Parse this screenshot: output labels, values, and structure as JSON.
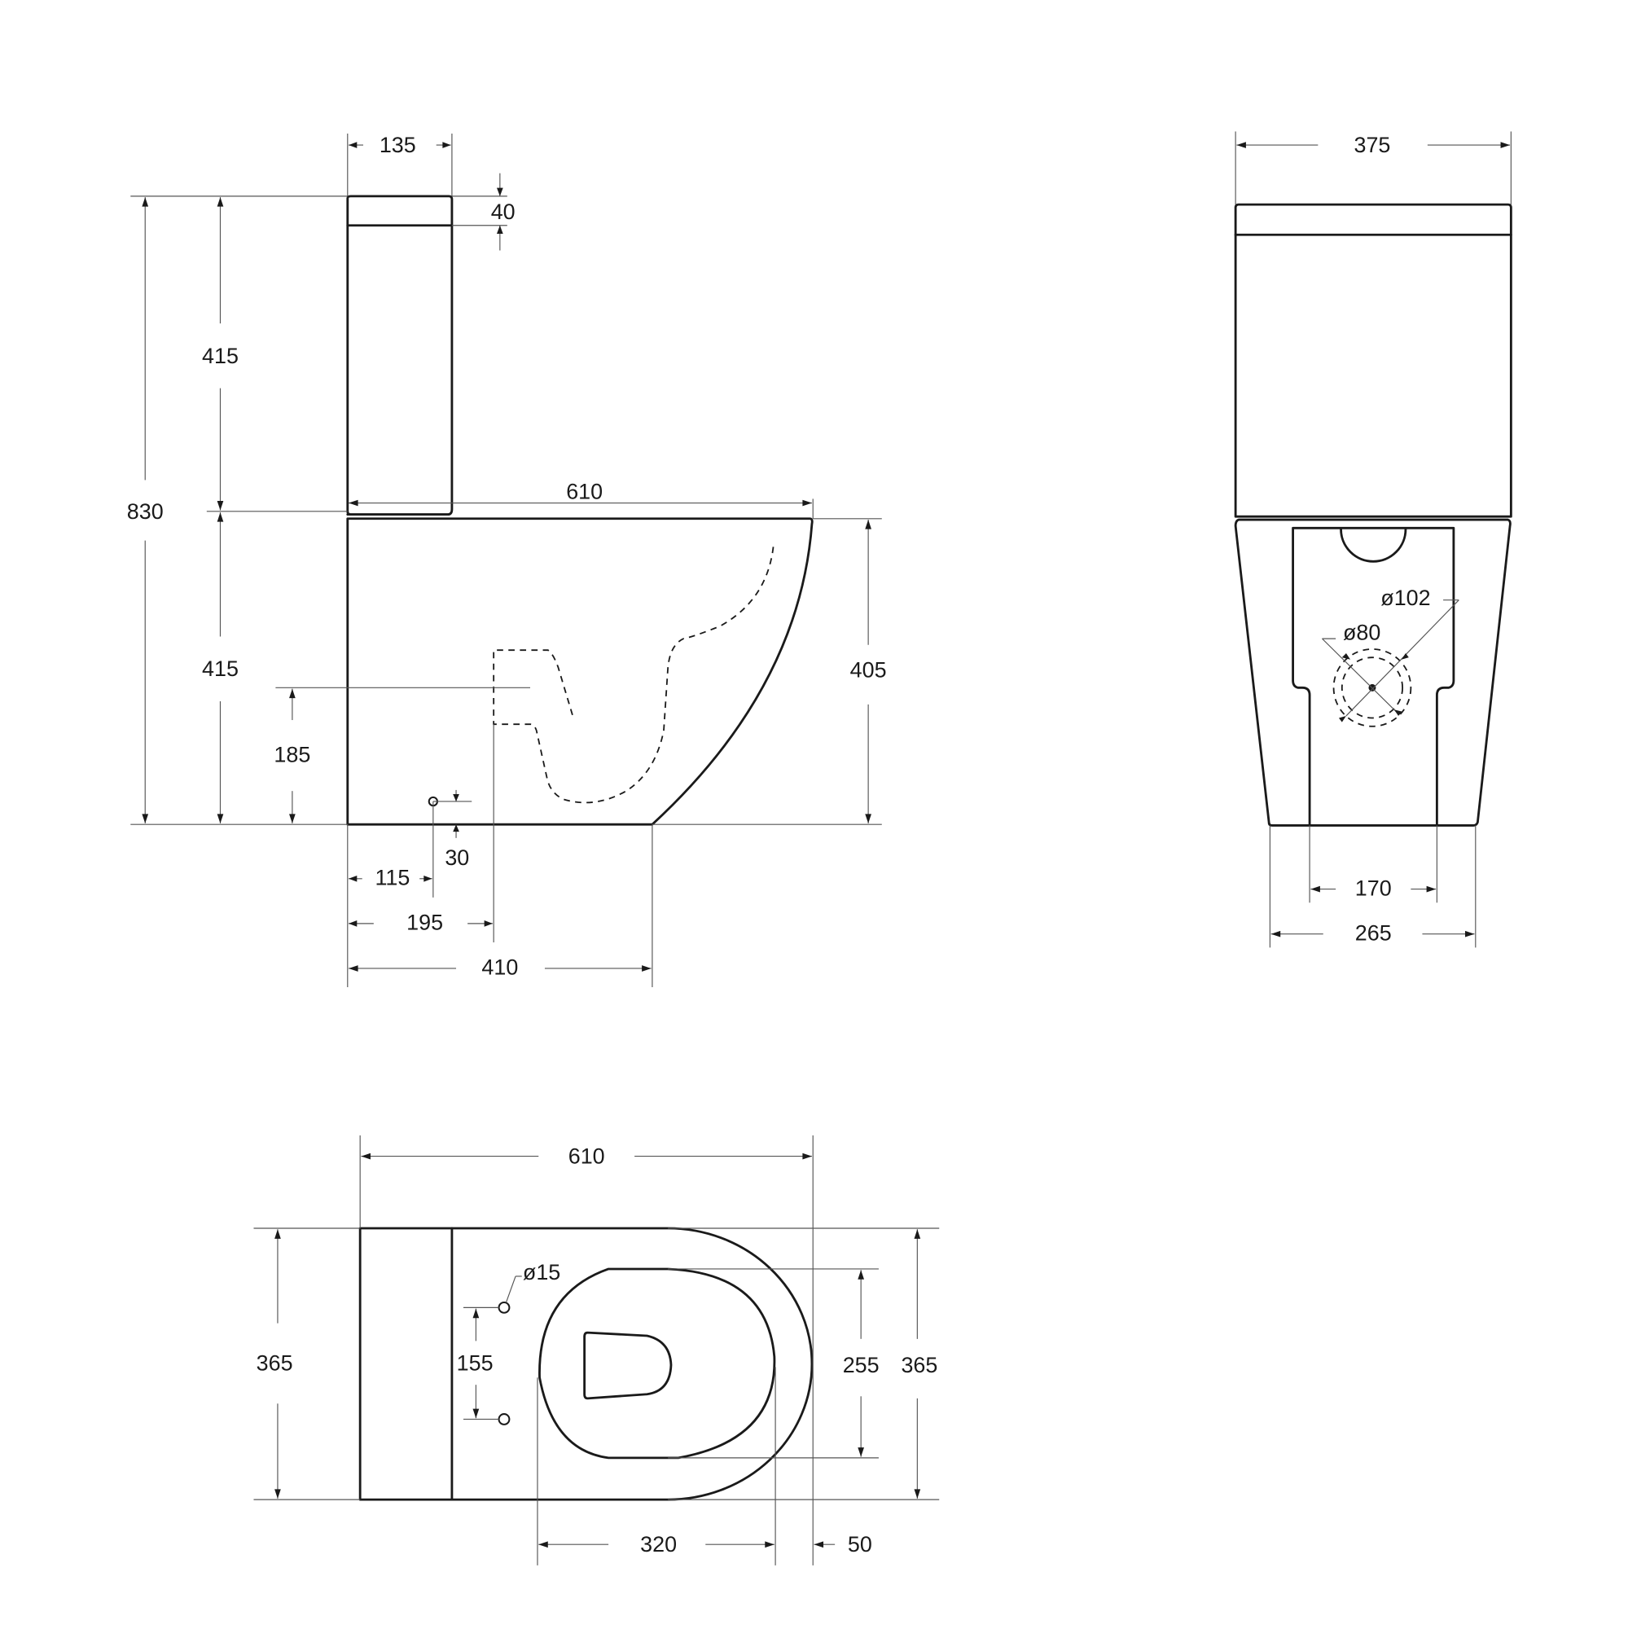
{
  "colors": {
    "line": "#1a1a1a",
    "dim_line": "#555555",
    "background": "#ffffff"
  },
  "side_view": {
    "tank_width": "135",
    "lid_height": "40",
    "tank_height": "415",
    "total_height": "830",
    "bowl_height_label": "415",
    "inlet_height": "185",
    "bowl_length": "610",
    "bowl_rim_height": "405",
    "water_inlet_height": "30",
    "water_inlet_offset": "115",
    "outlet_offset": "195",
    "base_length": "410"
  },
  "front_view": {
    "overall_width": "375",
    "outlet_outer_diameter": "ø102",
    "outlet_inner_diameter": "ø80",
    "recess_width": "170",
    "base_width": "265"
  },
  "top_view": {
    "overall_length": "610",
    "overall_width_left": "365",
    "fixing_hole_diameter": "ø15",
    "fixing_hole_spacing": "155",
    "seat_opening_width": "255",
    "overall_width_right": "365",
    "seat_opening_length": "320",
    "rim_offset": "50"
  }
}
